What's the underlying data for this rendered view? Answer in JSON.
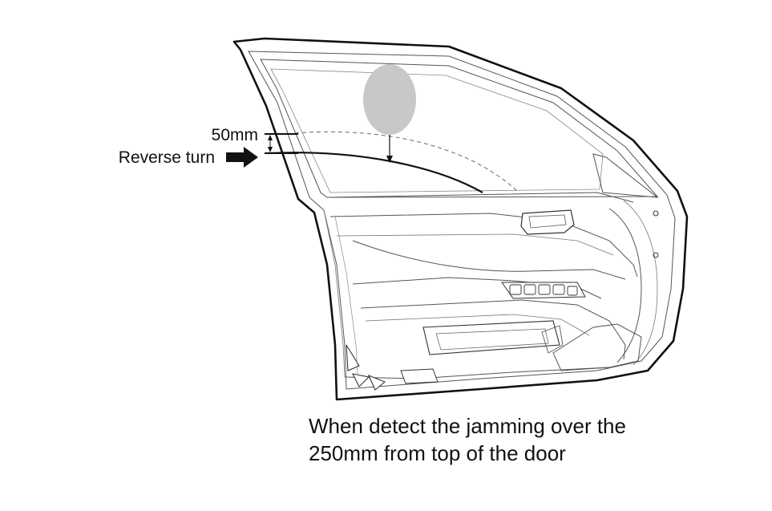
{
  "labels": {
    "gap": "50mm",
    "reverse_turn": "Reverse turn"
  },
  "caption": {
    "line1": "When detect the jamming over the",
    "line2": "250mm from top of the door"
  },
  "colors": {
    "ink": "#111111",
    "obstacle": "#c8c8c8",
    "background": "#ffffff"
  },
  "icons": {
    "reverse_arrow": "arrow-right-icon",
    "obstacle": "obstacle-ellipse"
  }
}
